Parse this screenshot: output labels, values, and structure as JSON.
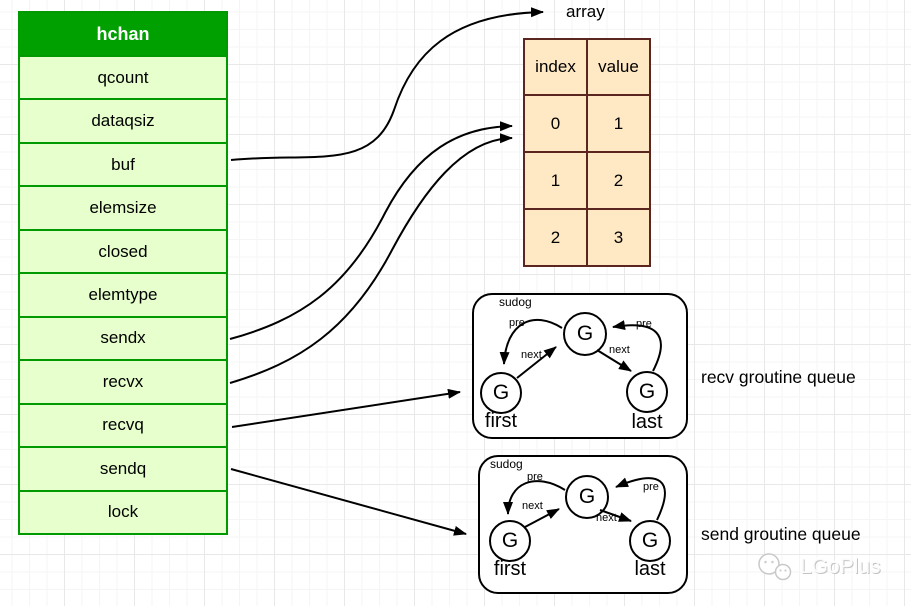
{
  "hchan": {
    "title": "hchan",
    "rows": [
      "qcount",
      "dataqsiz",
      "buf",
      "elemsize",
      "closed",
      "elemtype",
      "sendx",
      "recvx",
      "recvq",
      "sendq",
      "lock"
    ]
  },
  "array": {
    "label": "array",
    "headers": [
      "index",
      "value"
    ],
    "rows": [
      [
        "0",
        "1"
      ],
      [
        "1",
        "2"
      ],
      [
        "2",
        "3"
      ]
    ]
  },
  "queues": [
    {
      "box_label": "sudog",
      "caption": "recv groutine queue",
      "nodes": {
        "top": "G",
        "first": "G",
        "last": "G"
      },
      "node_captions": {
        "first": "first",
        "last": "last"
      },
      "edges": {
        "pre_left": "pre",
        "next_left": "next",
        "next_right": "next",
        "pre_right": "pre"
      }
    },
    {
      "box_label": "sudog",
      "caption": "send groutine queue",
      "nodes": {
        "top": "G",
        "first": "G",
        "last": "G"
      },
      "node_captions": {
        "first": "first",
        "last": "last"
      },
      "edges": {
        "pre_left": "pre",
        "next_left": "next",
        "next_right": "next",
        "pre_right": "pre"
      }
    }
  ],
  "watermark": {
    "text": "LGoPlus",
    "icon": "wechat-icon"
  },
  "colors": {
    "hchan-header": "#00a000",
    "hchan-border": "#009900",
    "hchan-fill": "#e6ffcc",
    "array-border": "#5c2620",
    "array-fill": "#ffe9c4",
    "arrow": "#000000",
    "grid-minor": "#f5f5f5",
    "grid-major": "#e8e8e8",
    "text": "#000000"
  }
}
